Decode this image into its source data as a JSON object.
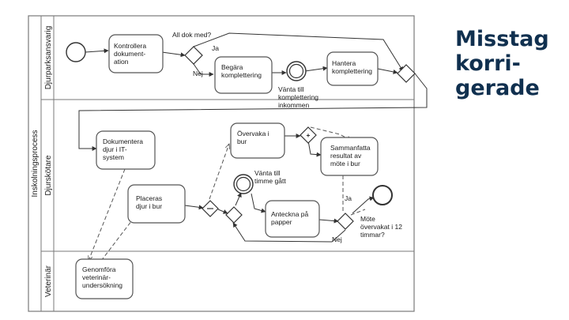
{
  "title_lines": [
    "Misstag",
    "korri-",
    "gerade"
  ],
  "pool": {
    "label": "Inskolningsprocess"
  },
  "lanes": [
    {
      "label": "Djurparksansvarig"
    },
    {
      "label": "Djurskötare"
    },
    {
      "label": "Veterinär"
    }
  ],
  "tasks": {
    "kontrollera": [
      "Kontrollera",
      "dokument-",
      "ation"
    ],
    "begara": [
      "Begära",
      "komplettering"
    ],
    "hantera": [
      "Hantera",
      "komplettering"
    ],
    "dokumentera": [
      "Dokumentera",
      "djur i IT-",
      "system"
    ],
    "overvaka": [
      "Övervaka i",
      "bur"
    ],
    "sammanfatta": [
      "Sammanfatta",
      "resultat av",
      "möte i bur"
    ],
    "placeras": [
      "Placeras",
      "djur i bur"
    ],
    "anteckna": [
      "Anteckna på",
      "papper"
    ],
    "genomfora": [
      "Genomföra",
      "veterinär-",
      "undersökning"
    ]
  },
  "labels": {
    "all_dok_med": "All dok med?",
    "ja_top": "Ja",
    "nej_top": "Nej",
    "vanta_komplettering": [
      "Vänta till",
      "komplettering",
      "inkommen"
    ],
    "vanta_timme": [
      "Vänta till",
      "timme gått"
    ],
    "ja_mid": "Ja",
    "nej_mid": "Nej",
    "mote_overvakat": [
      "Möte",
      "övervakat i 12",
      "timmar?"
    ]
  },
  "gateway_markers": {
    "parallel": "+"
  }
}
